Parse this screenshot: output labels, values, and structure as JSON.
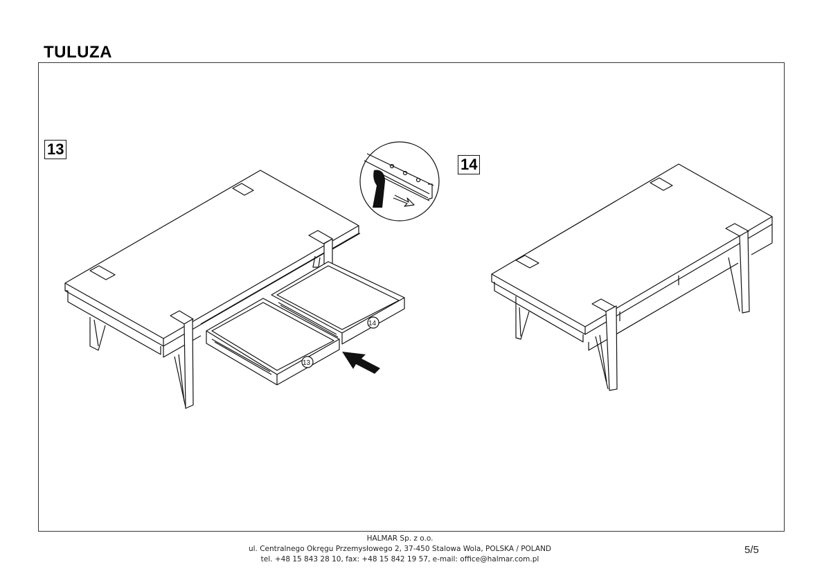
{
  "document": {
    "title": "TULUZA",
    "page_number": "5/5"
  },
  "steps": [
    {
      "number": "13",
      "description": "Insert drawers 13 and 14 into the table frame along slide rails",
      "part_labels": [
        "13",
        "14"
      ]
    },
    {
      "number": "14",
      "description": "Assembled table with drawers closed"
    }
  ],
  "detail_callout": {
    "icon": "hand-pulling-rail-icon",
    "arrow": "direction-arrow-icon"
  },
  "footer": {
    "company": "HALMAR Sp. z o.o.",
    "address": "ul. Centralnego Okręgu Przemysłowego 2, 37-450 Stalowa Wola, POLSKA / POLAND",
    "contact": "tel. +48 15 843 28 10, fax: +48 15 842 19 57, e-mail: office@halmar.com.pl"
  }
}
